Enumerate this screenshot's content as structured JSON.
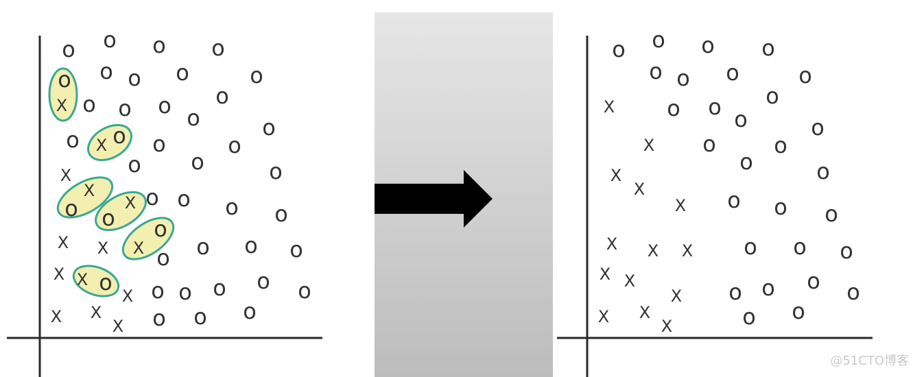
{
  "divider": {
    "color_top": "#e6e6e6",
    "color_bottom": "#bcbcbc"
  },
  "arrow": {
    "color": "#000000",
    "direction": "right"
  },
  "highlight": {
    "fill": "#f3efb0",
    "stroke": "#3aa892"
  },
  "marks": {
    "circle": "o",
    "cross": "X",
    "color": "#333333"
  },
  "watermark": {
    "text": "@51CTO博客"
  }
}
